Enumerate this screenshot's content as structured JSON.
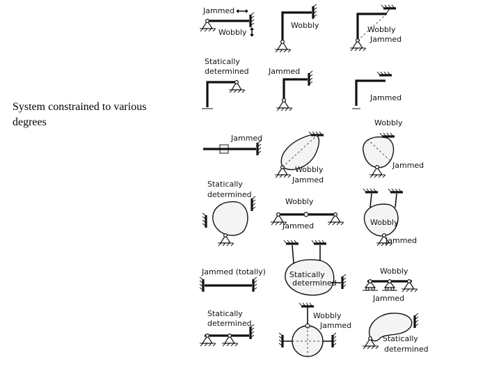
{
  "caption": "System constrained to various degrees",
  "labels": {
    "jammed": "Jammed",
    "wobbly": "Wobbly",
    "statically": "Statically",
    "determined": "determined",
    "jammed_totally": "Jammed (totally)"
  }
}
